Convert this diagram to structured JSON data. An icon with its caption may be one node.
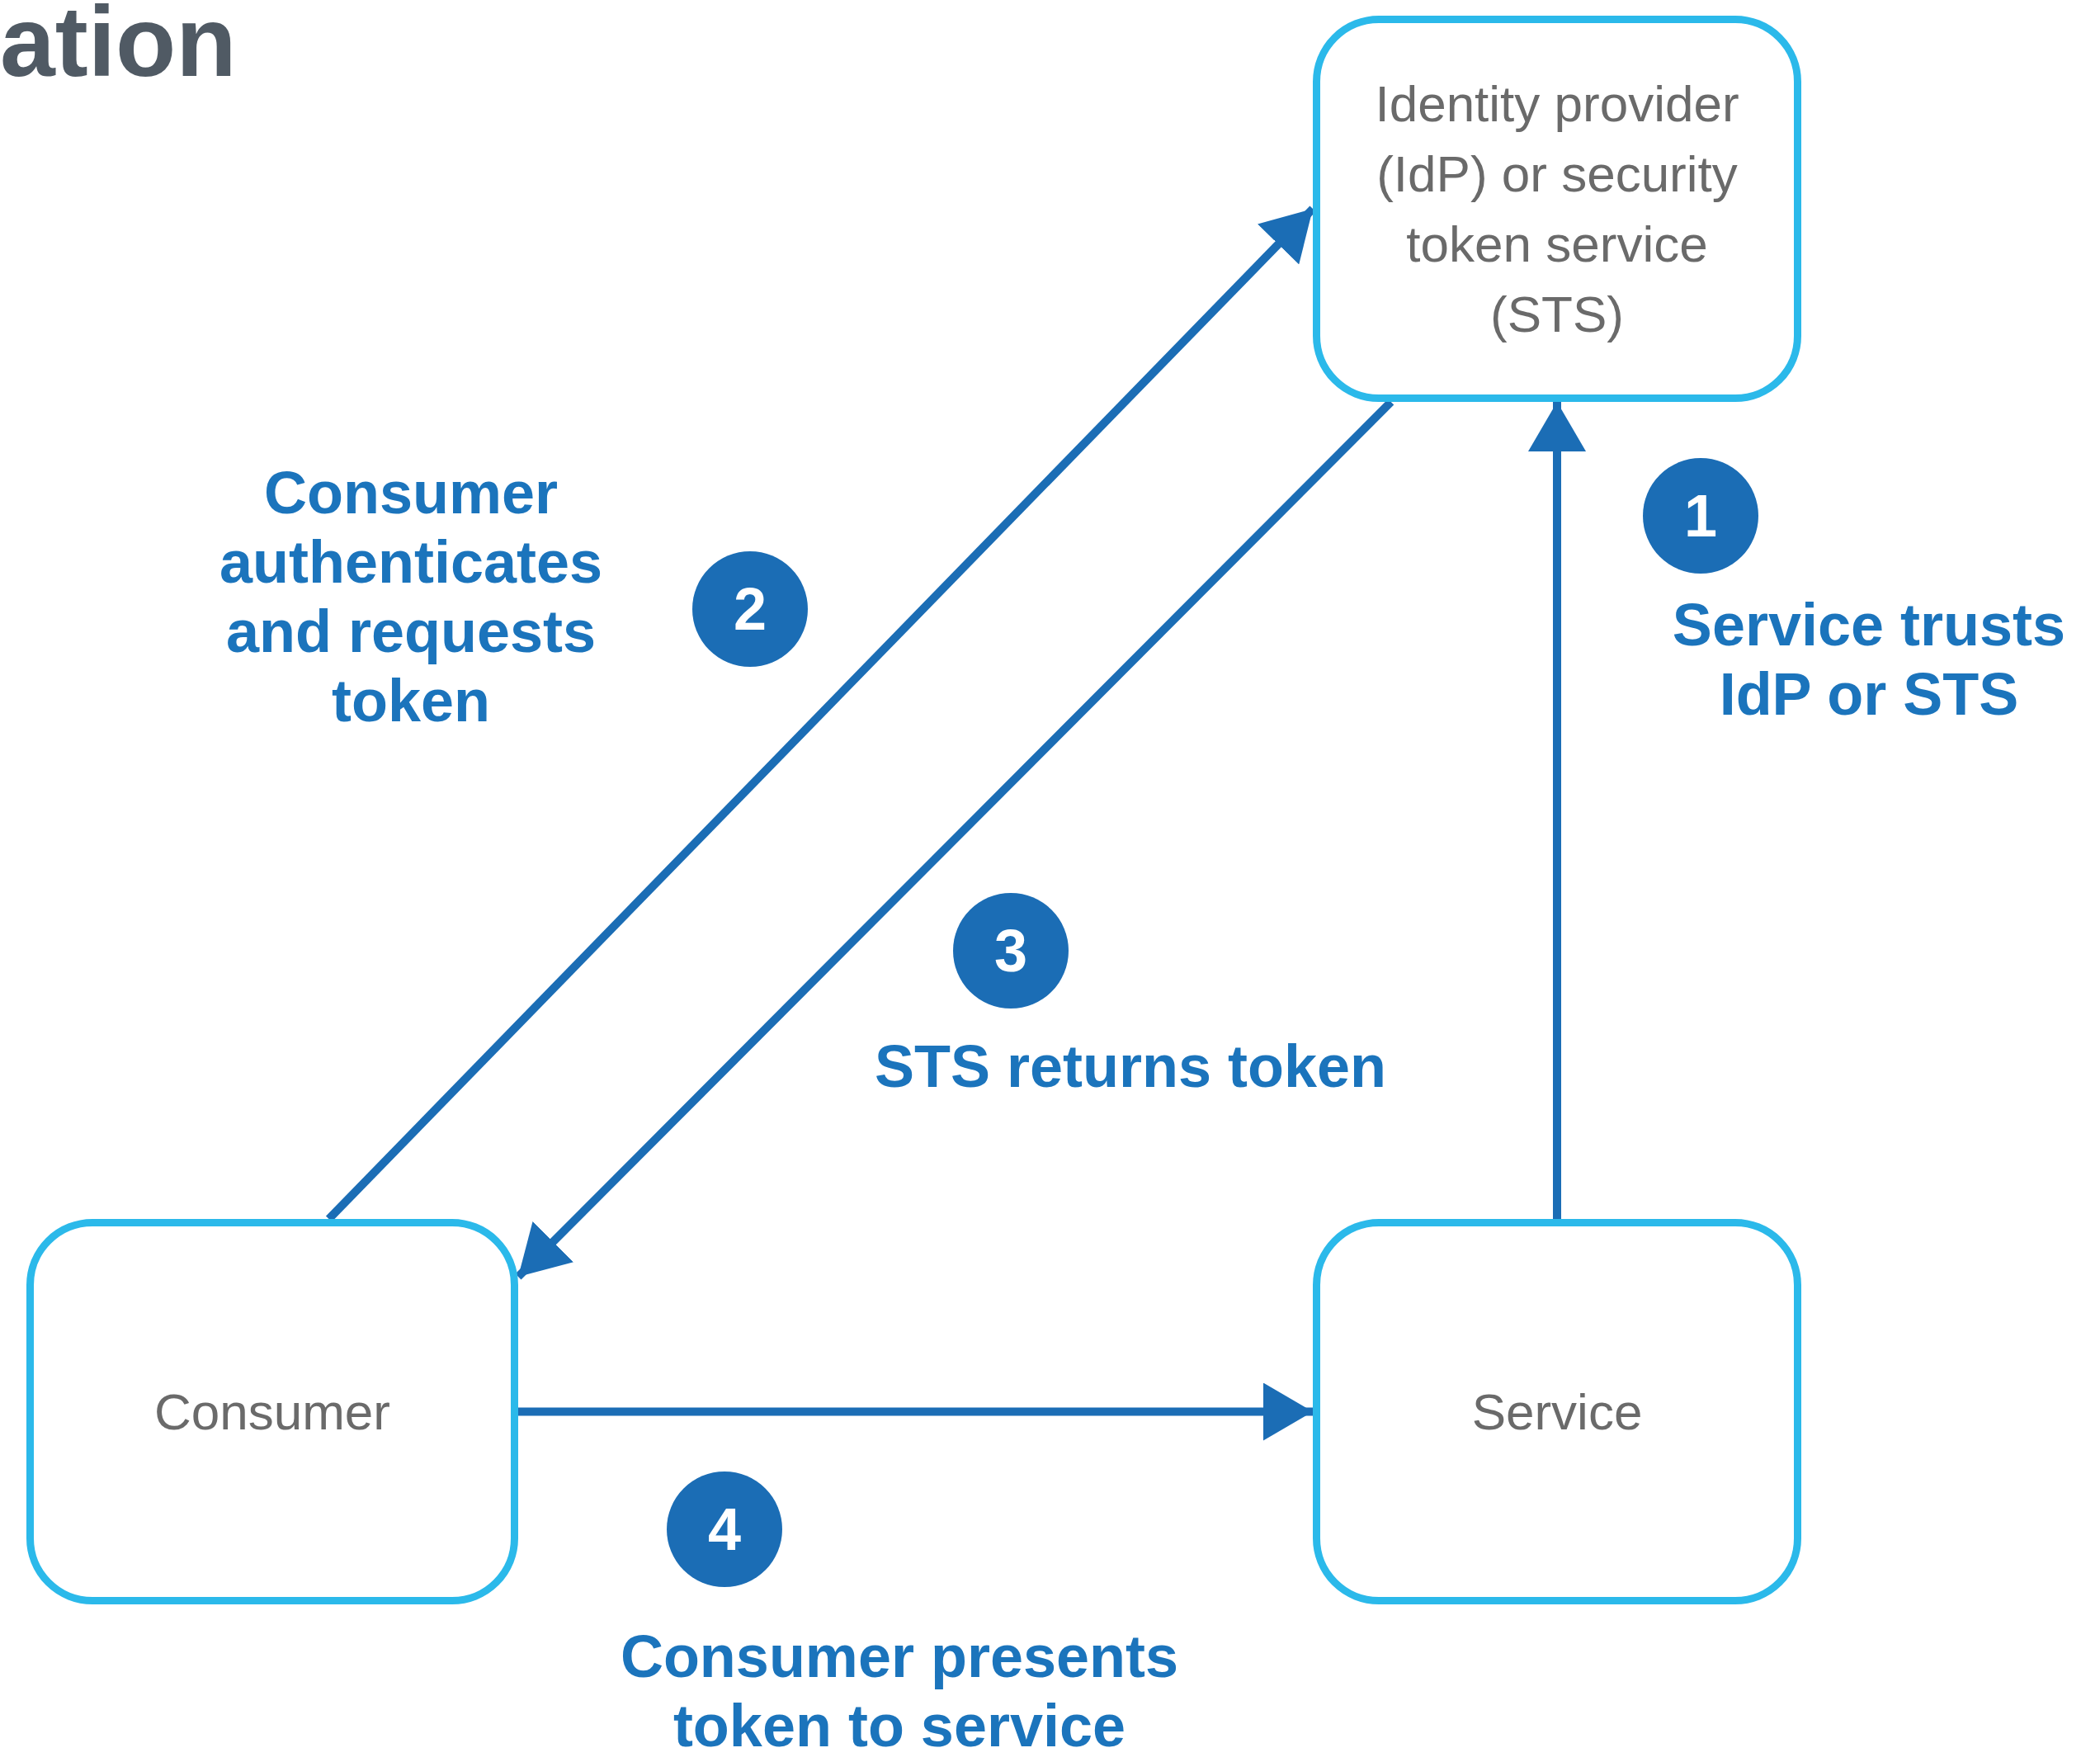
{
  "diagram": {
    "title": "ation",
    "nodes": [
      {
        "text": [
          "Identity provider (IdP) or security token service (STS)"
        ]
      },
      {
        "text": [
          "Consumer"
        ]
      },
      {
        "text": [
          "Service"
        ]
      }
    ],
    "edges": [
      {
        "from": 2,
        "to": 0,
        "arrow": "to",
        "label": "Service trusts IdP or STS"
      },
      {
        "from": 1,
        "to": 0,
        "arrow": "to",
        "label": "Consumer authenticates and requests token"
      },
      {
        "from": 0,
        "to": 1,
        "arrow": "to",
        "label": "STS returns token"
      },
      {
        "from": 1,
        "to": 2,
        "arrow": "to",
        "label": "Consumer presents token to service"
      }
    ],
    "labels": [
      "1",
      "2",
      "3",
      "4"
    ]
  }
}
